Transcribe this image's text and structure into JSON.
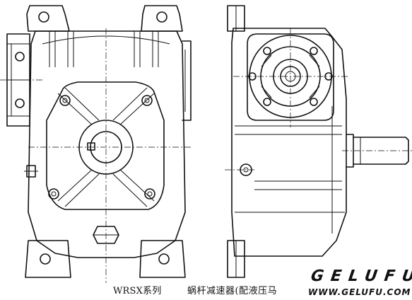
{
  "caption": {
    "series": "WRSX系列",
    "description": "蜗杆减速器(配液压马"
  },
  "watermark": {
    "brand": "GELUFU",
    "url": "WWW.GELUFU.COM"
  }
}
